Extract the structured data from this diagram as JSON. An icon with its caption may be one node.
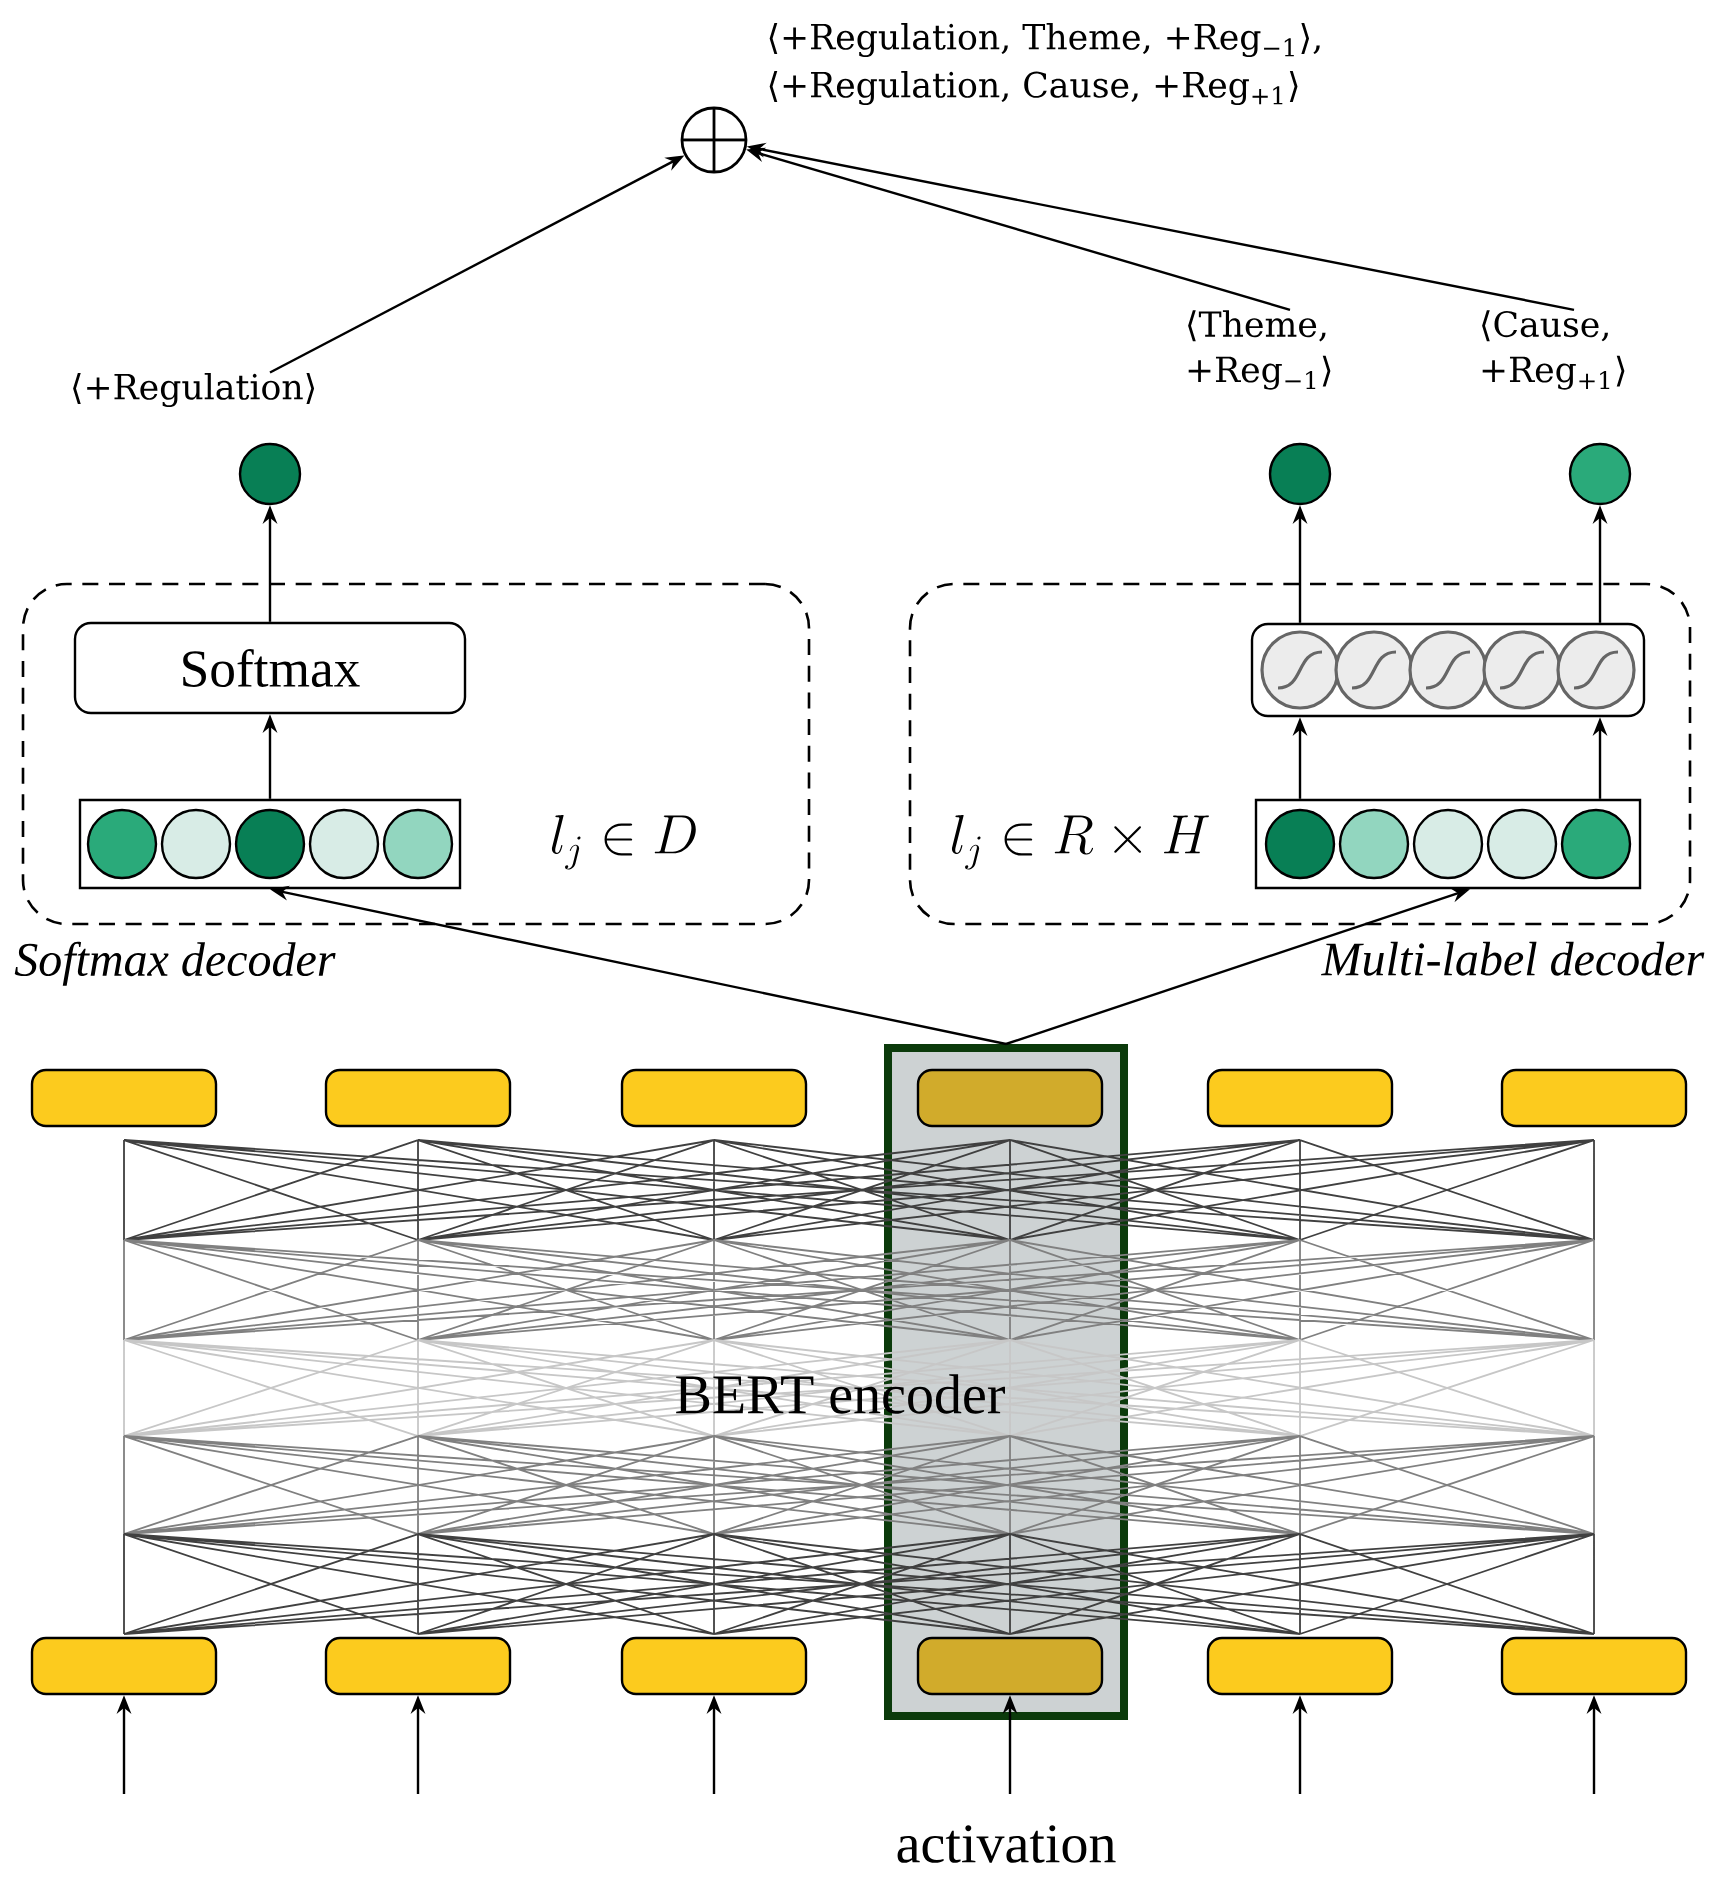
{
  "diagram": {
    "nodes": [
      {
        "text": [],
        "shape": "circle",
        "beside": [
          "⟨+Regulation, Theme, +Reg$_{−1}$⟩,",
          "⟨+Regulation, Cause, +Reg$_{+1}$⟩"
        ]
      },
      {
        "text": [
          "⟨+Regulation⟩"
        ]
      },
      {
        "text": [
          "⟨Theme, +Reg$_{−1}$⟩"
        ]
      },
      {
        "text": [
          "⟨Cause, +Reg$_{+1}$⟩"
        ]
      },
      {
        "text": [],
        "shape": "circle"
      },
      {
        "text": [],
        "shape": "circle"
      },
      {
        "text": [],
        "shape": "circle"
      },
      {
        "text": [
          "Softmax decoder"
        ]
      },
      {
        "text": [
          "Softmax"
        ],
        "in": 7
      },
      {
        "text": [],
        "shape": "box",
        "in": 7
      },
      {
        "text": [
          "Multi-label decoder"
        ]
      },
      {
        "text": [],
        "shape": "box",
        "in": 10
      },
      {
        "text": [],
        "shape": "box",
        "in": 10
      },
      {
        "text": [],
        "shape": "box",
        "beside": [
          "activation"
        ]
      },
      {
        "text": [],
        "shape": "box"
      },
      {
        "text": [],
        "shape": "box"
      },
      {
        "text": [],
        "shape": "box"
      },
      {
        "text": [],
        "shape": "box",
        "in": 13
      },
      {
        "text": [],
        "shape": "box"
      },
      {
        "text": [],
        "shape": "box"
      },
      {
        "text": [],
        "shape": "box"
      },
      {
        "text": [],
        "shape": "box"
      },
      {
        "text": [],
        "shape": "box"
      },
      {
        "text": [],
        "shape": "box",
        "in": 13
      },
      {
        "text": [],
        "shape": "box"
      },
      {
        "text": [],
        "shape": "box"
      }
    ],
    "edges": [
      {
        "from": 1,
        "to": 0,
        "arrow": "to"
      },
      {
        "from": 2,
        "to": 0,
        "arrow": "to"
      },
      {
        "from": 3,
        "to": 0,
        "arrow": "to"
      },
      {
        "from": 8,
        "to": 4,
        "arrow": "to"
      },
      {
        "from": 9,
        "to": 8,
        "arrow": "to"
      },
      {
        "from": 11,
        "to": 5,
        "arrow": "to"
      },
      {
        "from": 11,
        "to": 6,
        "arrow": "to"
      },
      {
        "from": 12,
        "to": 11,
        "arrow": "to"
      },
      {
        "from": 12,
        "to": 11,
        "arrow": "to"
      },
      {
        "from": 13,
        "to": 9,
        "arrow": "to"
      },
      {
        "from": 13,
        "to": 12,
        "arrow": "to"
      },
      {
        "from": null,
        "to": 20,
        "arrow": "to"
      },
      {
        "from": null,
        "to": 21,
        "arrow": "to"
      },
      {
        "from": null,
        "to": 22,
        "arrow": "to"
      },
      {
        "from": null,
        "to": 23,
        "arrow": "to"
      },
      {
        "from": null,
        "to": 24,
        "arrow": "to"
      },
      {
        "from": null,
        "to": 25,
        "arrow": "to"
      }
    ],
    "labels": [
      "l_j \\in D",
      "l_j \\in R \\times H",
      "BERT encoder"
    ]
  }
}
